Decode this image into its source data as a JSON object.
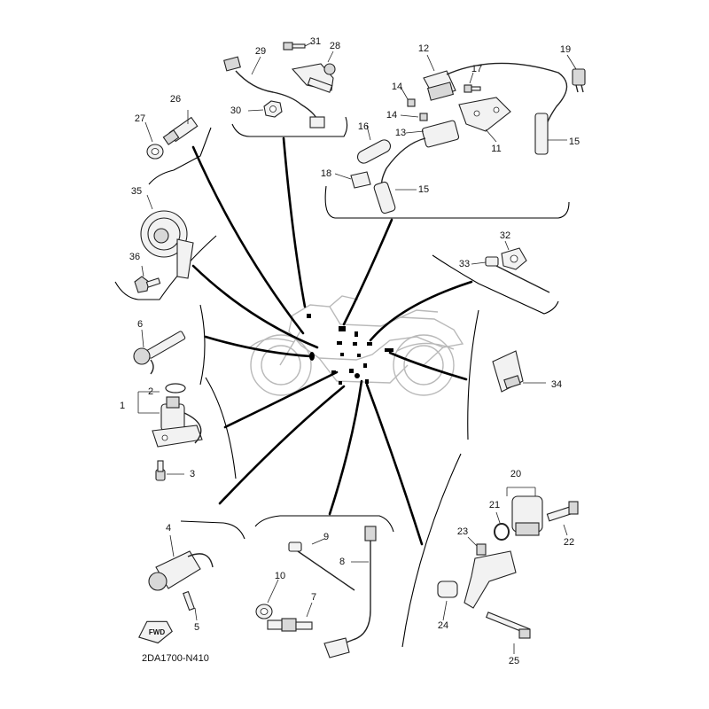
{
  "diagram": {
    "code": "2DA1700-N410",
    "fwd_label": "FWD",
    "callouts": [
      {
        "id": "c1",
        "label": "1"
      },
      {
        "id": "c2",
        "label": "2"
      },
      {
        "id": "c3",
        "label": "3"
      },
      {
        "id": "c4",
        "label": "4"
      },
      {
        "id": "c5",
        "label": "5"
      },
      {
        "id": "c6",
        "label": "6"
      },
      {
        "id": "c7",
        "label": "7"
      },
      {
        "id": "c8",
        "label": "8"
      },
      {
        "id": "c9",
        "label": "9"
      },
      {
        "id": "c10",
        "label": "10"
      },
      {
        "id": "c11",
        "label": "11"
      },
      {
        "id": "c12",
        "label": "12"
      },
      {
        "id": "c13",
        "label": "13"
      },
      {
        "id": "c14a",
        "label": "14"
      },
      {
        "id": "c14b",
        "label": "14"
      },
      {
        "id": "c15a",
        "label": "15"
      },
      {
        "id": "c15b",
        "label": "15"
      },
      {
        "id": "c16",
        "label": "16"
      },
      {
        "id": "c17",
        "label": "17"
      },
      {
        "id": "c18",
        "label": "18"
      },
      {
        "id": "c19",
        "label": "19"
      },
      {
        "id": "c20",
        "label": "20"
      },
      {
        "id": "c21",
        "label": "21"
      },
      {
        "id": "c22",
        "label": "22"
      },
      {
        "id": "c23",
        "label": "23"
      },
      {
        "id": "c24",
        "label": "24"
      },
      {
        "id": "c25",
        "label": "25"
      },
      {
        "id": "c26",
        "label": "26"
      },
      {
        "id": "c27",
        "label": "27"
      },
      {
        "id": "c28",
        "label": "28"
      },
      {
        "id": "c29",
        "label": "29"
      },
      {
        "id": "c30",
        "label": "30"
      },
      {
        "id": "c31",
        "label": "31"
      },
      {
        "id": "c32",
        "label": "32"
      },
      {
        "id": "c33",
        "label": "33"
      },
      {
        "id": "c34",
        "label": "34"
      },
      {
        "id": "c35",
        "label": "35"
      },
      {
        "id": "c36",
        "label": "36"
      }
    ]
  }
}
